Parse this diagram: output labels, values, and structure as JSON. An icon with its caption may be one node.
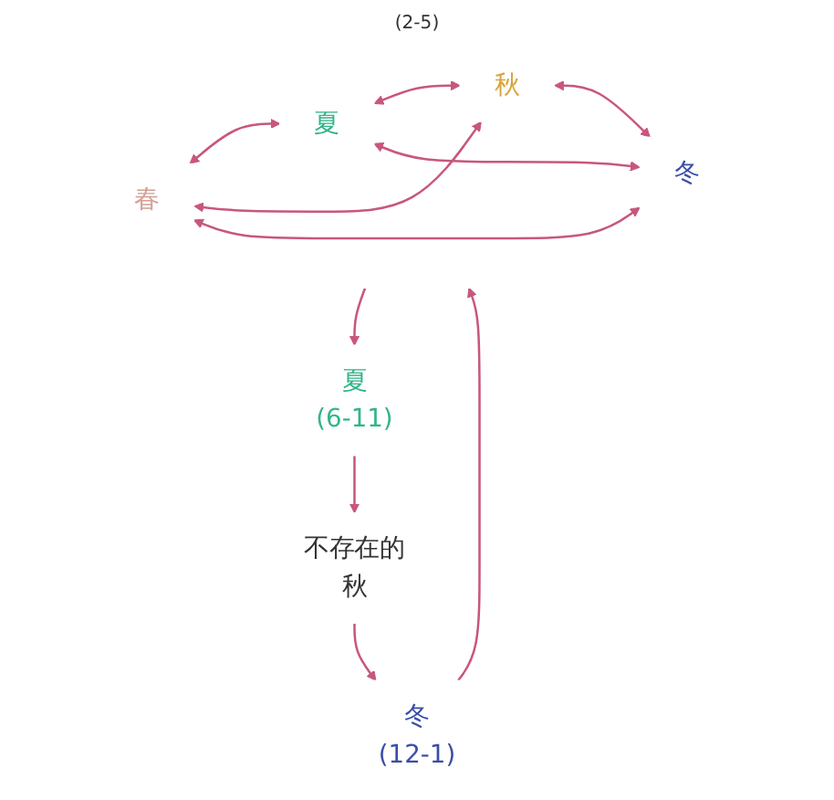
{
  "diagram": {
    "nodes": [
      {
        "text": [
          "(2-5)"
        ]
      },
      {
        "text": [
          "春"
        ],
        "in": 0
      },
      {
        "text": [
          "夏"
        ],
        "in": 0
      },
      {
        "text": [
          "冬"
        ],
        "in": 0
      },
      {
        "text": [
          "秋"
        ],
        "in": 0
      },
      {
        "text": [
          "夏",
          "(6-11)"
        ]
      },
      {
        "text": [
          "不存在的",
          "秋"
        ]
      },
      {
        "text": [
          "冬",
          "(12-1)"
        ]
      }
    ],
    "edges": [
      {
        "from": 1,
        "to": 2,
        "arrow": "both"
      },
      {
        "from": 2,
        "to": 4,
        "arrow": "both"
      },
      {
        "from": 4,
        "to": 3,
        "arrow": "both"
      },
      {
        "from": 3,
        "to": 1,
        "arrow": "both"
      },
      {
        "from": 3,
        "to": 2,
        "arrow": "both"
      },
      {
        "from": 1,
        "to": 4,
        "arrow": "both"
      },
      {
        "from": 0,
        "to": 5,
        "arrow": "to"
      },
      {
        "from": 5,
        "to": 6,
        "arrow": "to"
      },
      {
        "from": 6,
        "to": 7,
        "arrow": "to"
      },
      {
        "from": 7,
        "to": 0,
        "arrow": "to"
      }
    ]
  }
}
